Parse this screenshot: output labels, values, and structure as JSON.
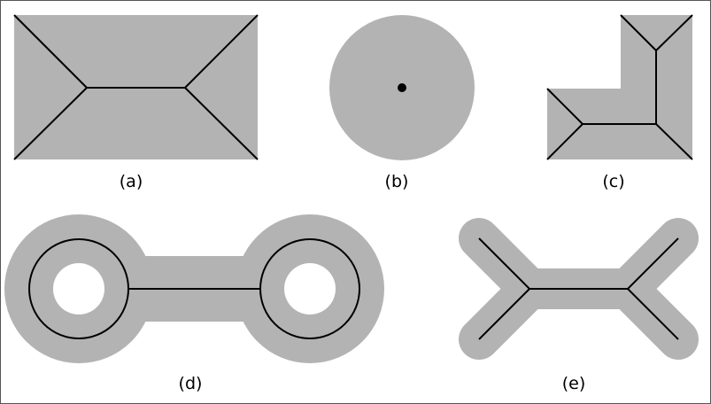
{
  "figure": {
    "panels": [
      {
        "id": "a",
        "caption": "(a)",
        "shape": "rectangle"
      },
      {
        "id": "b",
        "caption": "(b)",
        "shape": "disk"
      },
      {
        "id": "c",
        "caption": "(c)",
        "shape": "L-polygon"
      },
      {
        "id": "d",
        "caption": "(d)",
        "shape": "dumbbell-with-holes"
      },
      {
        "id": "e",
        "caption": "(e)",
        "shape": "bone"
      }
    ]
  },
  "colors": {
    "fill": "#b3b3b3",
    "skeleton": "#000000",
    "background": "#ffffff",
    "border": "#555555"
  }
}
